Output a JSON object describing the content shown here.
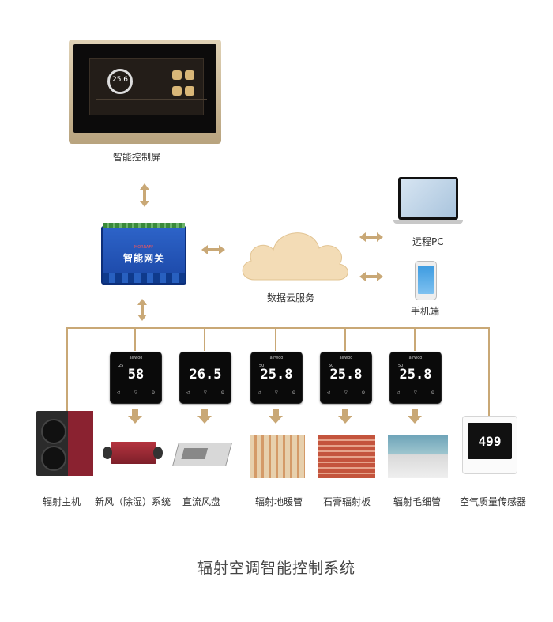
{
  "nodes": {
    "control_screen": "智能控制屏",
    "screen_temp": "25.6",
    "gateway": "智能网关",
    "gateway_brand": "MORRAFF",
    "cloud": "数据云服务",
    "remote_pc": "远程PC",
    "mobile": "手机端"
  },
  "thermostats": [
    {
      "temp": "58",
      "set": "25"
    },
    {
      "temp": "26.5",
      "set": ""
    },
    {
      "temp": "25.8",
      "set": "50"
    },
    {
      "temp": "25.8",
      "set": "50"
    },
    {
      "temp": "25.8",
      "set": "50"
    }
  ],
  "thermo_brand": "airwoo",
  "sensor_value": "499",
  "equipment": [
    "辐射主机",
    "新风（除湿）系统",
    "直流风盘",
    "辐射地暖管",
    "石膏辐射板",
    "辐射毛细管",
    "空气质量传感器"
  ],
  "title": "辐射空调智能控制系统",
  "colors": {
    "line": "#c9a876",
    "cloud": "#f3dcb6"
  }
}
